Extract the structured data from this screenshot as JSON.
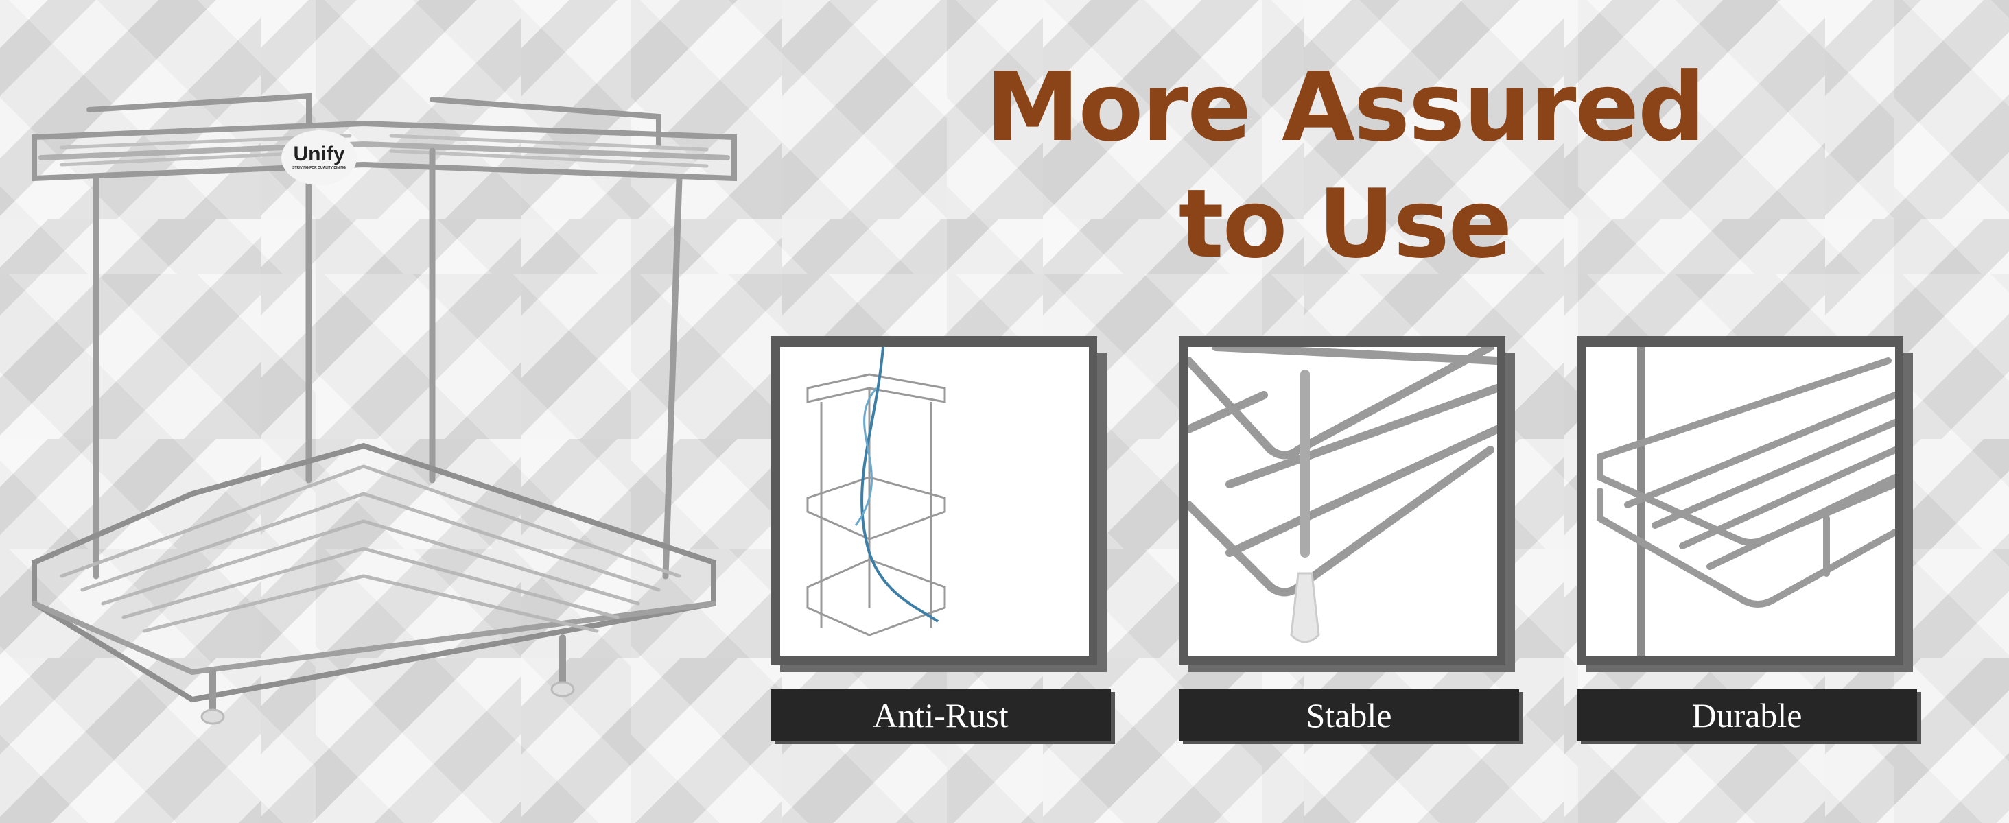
{
  "brand": {
    "logo_text": "Unify",
    "tagline": "STRIVING FOR QUALITY DINING"
  },
  "heading": {
    "line1": "More Assured",
    "line2": "to Use"
  },
  "features": [
    {
      "label": "Anti-Rust",
      "icon": "water-splash-rack-image"
    },
    {
      "label": "Stable",
      "icon": "rack-leg-closeup-image"
    },
    {
      "label": "Durable",
      "icon": "rack-corner-closeup-image"
    }
  ],
  "colors": {
    "heading": "#8a4417",
    "label_bg": "#262626",
    "frame": "#5a5a5a"
  }
}
